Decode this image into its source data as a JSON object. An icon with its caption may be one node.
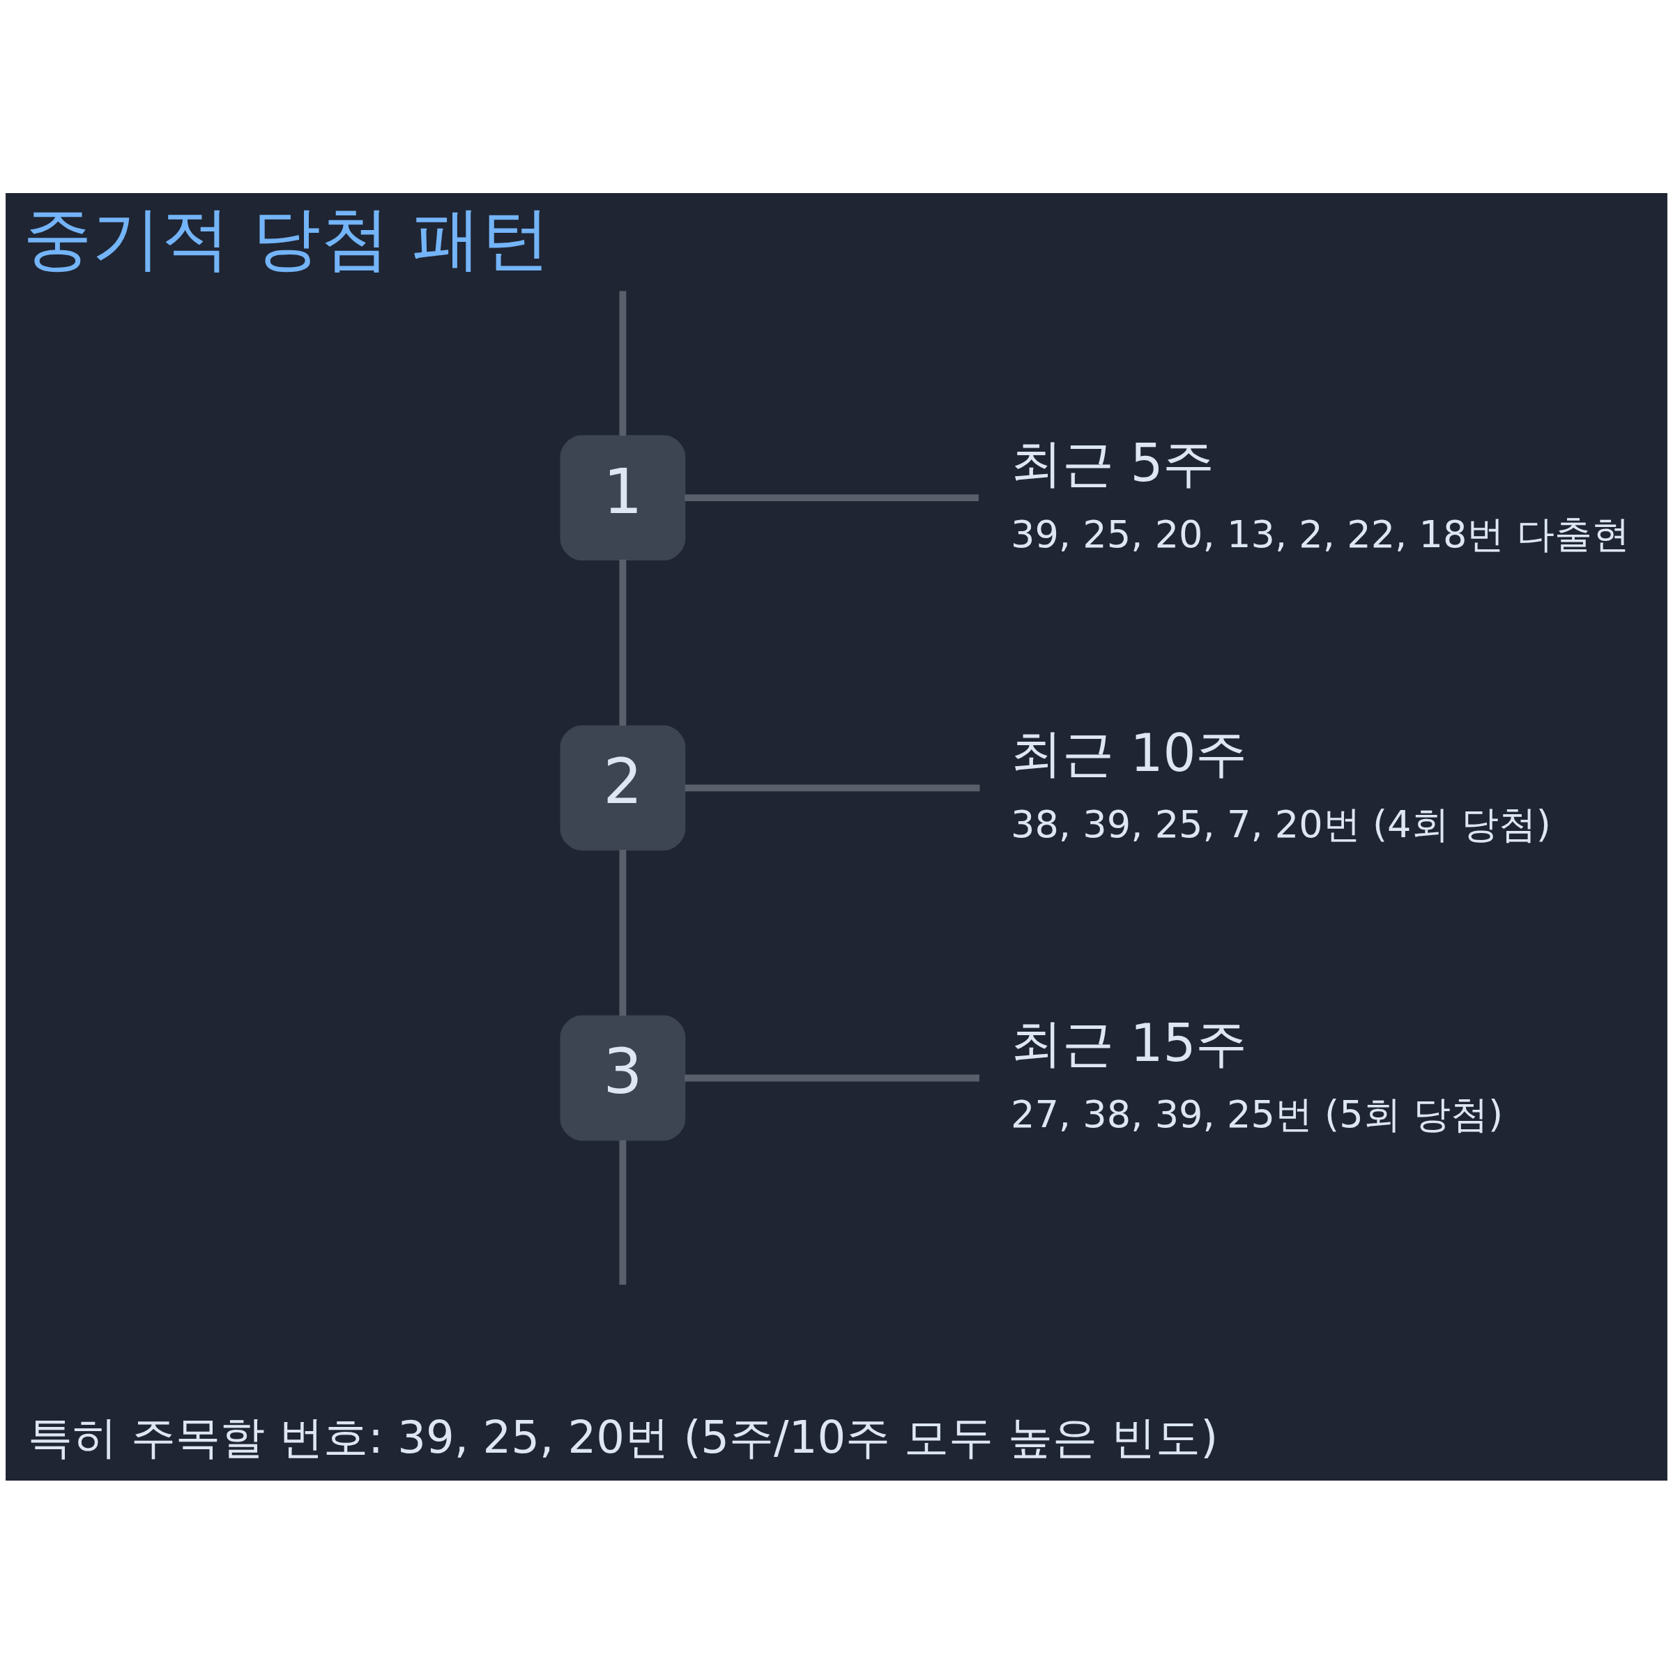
{
  "diagram": {
    "title": "중기적 당첨 패턴",
    "nodes": [
      {
        "text": [
          "1"
        ]
      },
      {
        "text": [
          "최근 5주",
          "39, 25, 20, 13, 2, 22, 18번 다출현"
        ]
      },
      {
        "text": [
          "2"
        ]
      },
      {
        "text": [
          "최근 10주",
          "38, 39, 25, 7, 20번 (4회 당첨)"
        ]
      },
      {
        "text": [
          "3"
        ]
      },
      {
        "text": [
          "최근 15주",
          "27, 38, 39, 25번 (5회 당첨)"
        ]
      }
    ],
    "edges": [
      {
        "from": null,
        "to": 0,
        "arrow": "none"
      },
      {
        "from": 0,
        "to": 2,
        "arrow": "none"
      },
      {
        "from": 2,
        "to": 4,
        "arrow": "none"
      },
      {
        "from": 4,
        "to": null,
        "arrow": "none"
      },
      {
        "from": 0,
        "to": 1,
        "arrow": "none"
      },
      {
        "from": 2,
        "to": 3,
        "arrow": "none"
      },
      {
        "from": 4,
        "to": 5,
        "arrow": "none"
      }
    ],
    "labels": [
      "특히 주목할 번호: 39, 25, 20번 (5주/10주 모두 높은 빈도)"
    ]
  }
}
